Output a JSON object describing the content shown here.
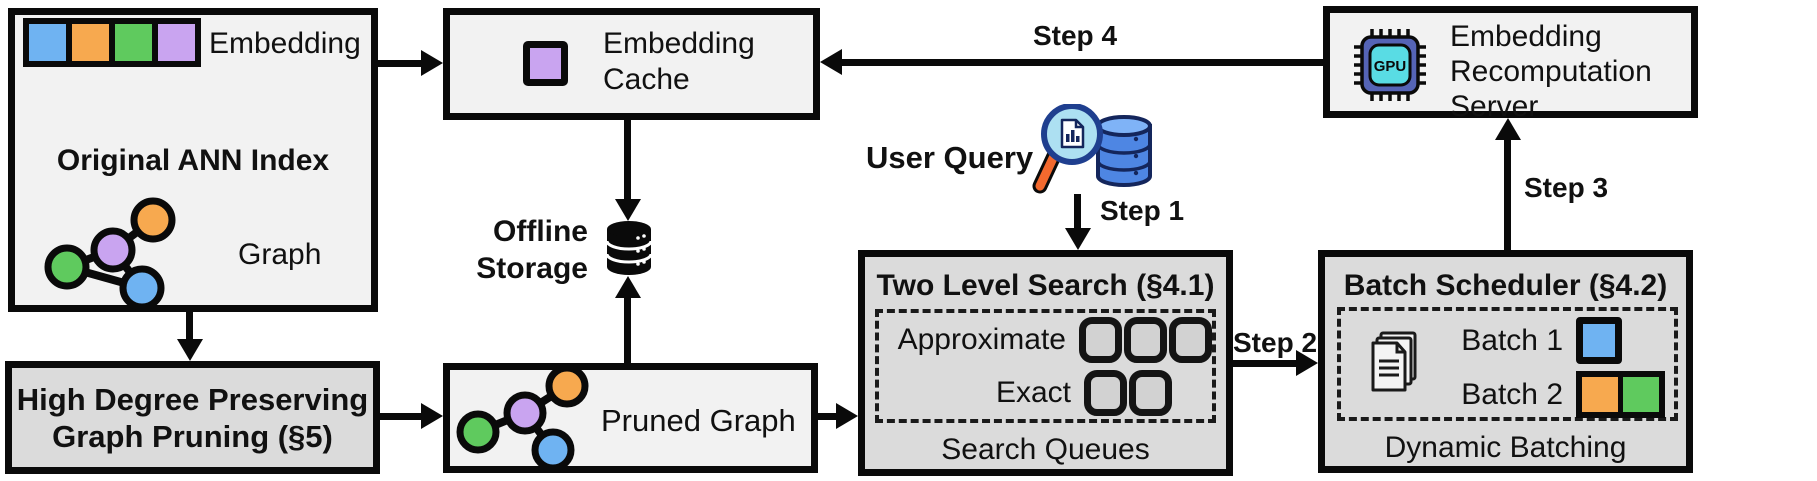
{
  "diagram": {
    "original_ann_index": {
      "title": "Original ANN Index",
      "embedding_label": "Embedding",
      "embedding_cells": [
        "blue",
        "orange",
        "green",
        "purple"
      ],
      "graph_label": "Graph",
      "graph_nodes": [
        "green",
        "purple",
        "orange",
        "blue"
      ],
      "graph_edges": [
        "green-purple",
        "purple-orange",
        "purple-blue",
        "green-blue"
      ]
    },
    "embedding_cache": {
      "lines": [
        "Embedding",
        "Cache"
      ],
      "swatch_color": "purple"
    },
    "recomputation_server": {
      "lines": [
        "Embedding",
        "Recomputation",
        "Server"
      ],
      "gpu_label": "GPU"
    },
    "offline_storage": {
      "lines": [
        "Offline",
        "Storage"
      ]
    },
    "user_query": {
      "label": "User Query"
    },
    "two_level_search": {
      "title": "Two Level Search (§4.1)",
      "rows": [
        {
          "label": "Approximate",
          "slots": 3
        },
        {
          "label": "Exact",
          "slots": 2
        }
      ],
      "caption": "Search Queues"
    },
    "batch_scheduler": {
      "title": "Batch Scheduler (§4.2)",
      "rows": [
        {
          "label": "Batch 1",
          "colors": [
            "blue"
          ]
        },
        {
          "label": "Batch 2",
          "colors": [
            "orange",
            "green"
          ]
        }
      ],
      "caption": "Dynamic Batching"
    },
    "high_degree_pruning": {
      "lines": [
        "High Degree Preserving",
        "Graph Pruning (§5)"
      ]
    },
    "pruned_graph": {
      "label": "Pruned Graph",
      "graph_nodes": [
        "green",
        "purple",
        "orange",
        "blue"
      ],
      "graph_edges": [
        "purple-green",
        "purple-orange",
        "purple-blue"
      ]
    },
    "steps": {
      "s1": "Step 1",
      "s2": "Step 2",
      "s3": "Step 3",
      "s4": "Step 4"
    },
    "colors": {
      "blue": "#6FB3F2",
      "orange": "#F7A94F",
      "green": "#5FCA5E",
      "purple": "#C9A4F0",
      "box_light": "#F2F2F2",
      "box_gray": "#DBDBDB",
      "slot_fill": "#D2D2D2",
      "gpu_chip": "#5564B6",
      "gpu_core": "#59DCE4",
      "query_db": "#4E86E3",
      "lens_rim": "#1F3F8F",
      "lens_fill": "#ADE0F2",
      "handle": "#F2692E"
    }
  }
}
